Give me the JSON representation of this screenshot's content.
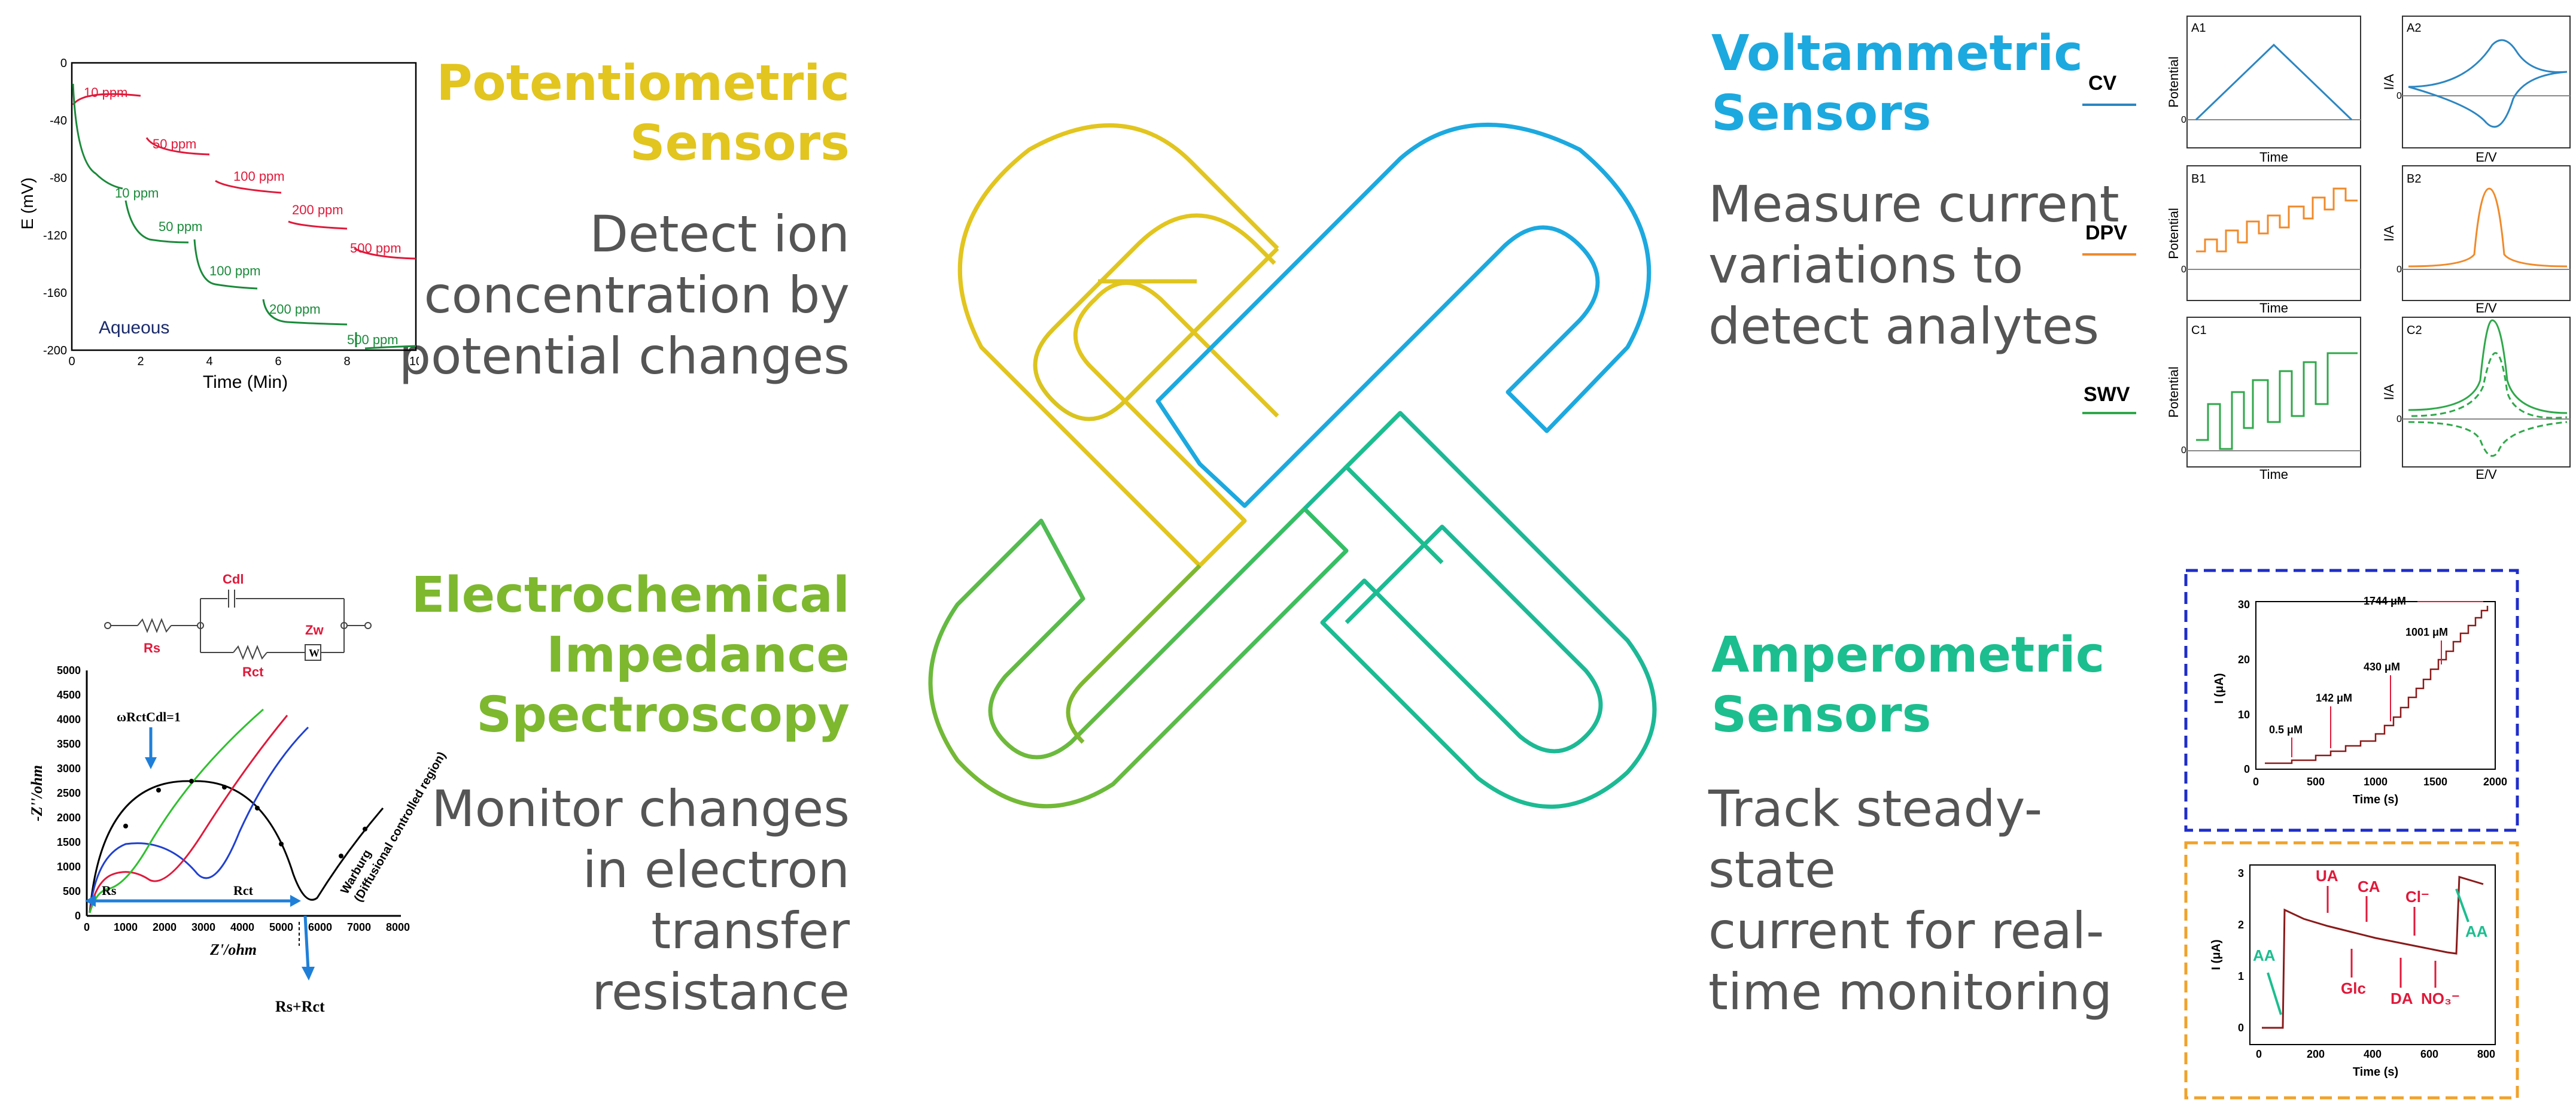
{
  "colors": {
    "potentiometric": "#e2c51f",
    "voltammetric": "#1ca9df",
    "eis": "#7db82f",
    "amperometric": "#1cbe8f",
    "description": "#555555",
    "cv": "#2c86c2",
    "dpv": "#f08a2a",
    "swv": "#2fa84a",
    "ppm_red": "#e0193a",
    "ppm_green": "#1a8a3a",
    "frame_blue": "#1f2dc9",
    "frame_orange": "#f0a22a"
  },
  "sections": {
    "potentiometric": {
      "title_line1": "Potentiometric",
      "title_line2": "Sensors",
      "desc": [
        "Detect ion",
        "concentration by",
        "potential changes"
      ]
    },
    "voltammetric": {
      "title_line1": "Voltammetric",
      "title_line2": "Sensors",
      "desc": [
        "Measure current",
        "variations to",
        "detect analytes"
      ]
    },
    "eis": {
      "title_line1": "Electrochemical",
      "title_line2": "Impedance",
      "title_line3": "Spectroscopy",
      "desc": [
        "Monitor changes",
        "in electron",
        "transfer",
        "resistance"
      ]
    },
    "amperometric": {
      "title_line1": "Amperometric",
      "title_line2": "Sensors",
      "desc": [
        "Track steady-state",
        "current for real-",
        "time monitoring"
      ]
    }
  },
  "potentiometric_chart": {
    "ylabel": "E (mV)",
    "xlabel": "Time (Min)",
    "yticks": [
      "0",
      "-40",
      "-80",
      "-120",
      "-160",
      "-200"
    ],
    "xticks": [
      "0",
      "2",
      "4",
      "6",
      "8",
      "10"
    ],
    "red_labels": [
      "10 ppm",
      "50 ppm",
      "100 ppm",
      "200 ppm",
      "500 ppm"
    ],
    "green_labels": [
      "10 ppm",
      "50 ppm",
      "100 ppm",
      "200 ppm",
      "500 ppm"
    ],
    "annotation": "Aqueous"
  },
  "voltammetry_panels": {
    "rows": [
      "CV",
      "DPV",
      "SWV"
    ],
    "panel_labels": [
      "A1",
      "A2",
      "B1",
      "B2",
      "C1",
      "C2"
    ],
    "left_ylabel": "Potential",
    "left_xlabel": "Time",
    "right_ylabel": "I/A",
    "right_xlabel": "E/V",
    "zero": "0"
  },
  "eis_chart": {
    "circuit_labels": [
      "Cdl",
      "Rs",
      "Rct",
      "Zw",
      "W"
    ],
    "ylabel": "-Z''/ohm",
    "xlabel": "Z'/ohm",
    "yticks": [
      "0",
      "500",
      "1000",
      "1500",
      "2000",
      "2500",
      "3000",
      "3500",
      "4000",
      "4500",
      "5000"
    ],
    "xticks": [
      "0",
      "1000",
      "2000",
      "3000",
      "4000",
      "5000",
      "6000",
      "7000",
      "8000"
    ],
    "omega_label": "ωRctCdl=1",
    "rct_label": "Rct",
    "rs": "Rs",
    "rs_rct_label": "Rs+Rct",
    "warburg_line1": "Warburg",
    "warburg_line2": "(Diffusional controlled region)"
  },
  "amperometric_chart_1": {
    "ylabel": "I (μA)",
    "xlabel": "Time (s)",
    "yticks": [
      "0",
      "10",
      "20",
      "30"
    ],
    "xticks": [
      "0",
      "500",
      "1000",
      "1500",
      "2000"
    ],
    "annotations": [
      "0.5 μM",
      "142 μM",
      "430 μM",
      "1001 μM",
      "1744 μM"
    ]
  },
  "amperometric_chart_2": {
    "ylabel": "I (μA)",
    "xlabel": "Time (s)",
    "yticks": [
      "0",
      "1",
      "2",
      "3"
    ],
    "xticks": [
      "0",
      "200",
      "400",
      "600",
      "800"
    ],
    "annotations_red": [
      "UA",
      "CA",
      "Cl⁻",
      "Glc",
      "DA",
      "NO₃⁻"
    ],
    "annotations_green": [
      "AA",
      "AA"
    ]
  }
}
